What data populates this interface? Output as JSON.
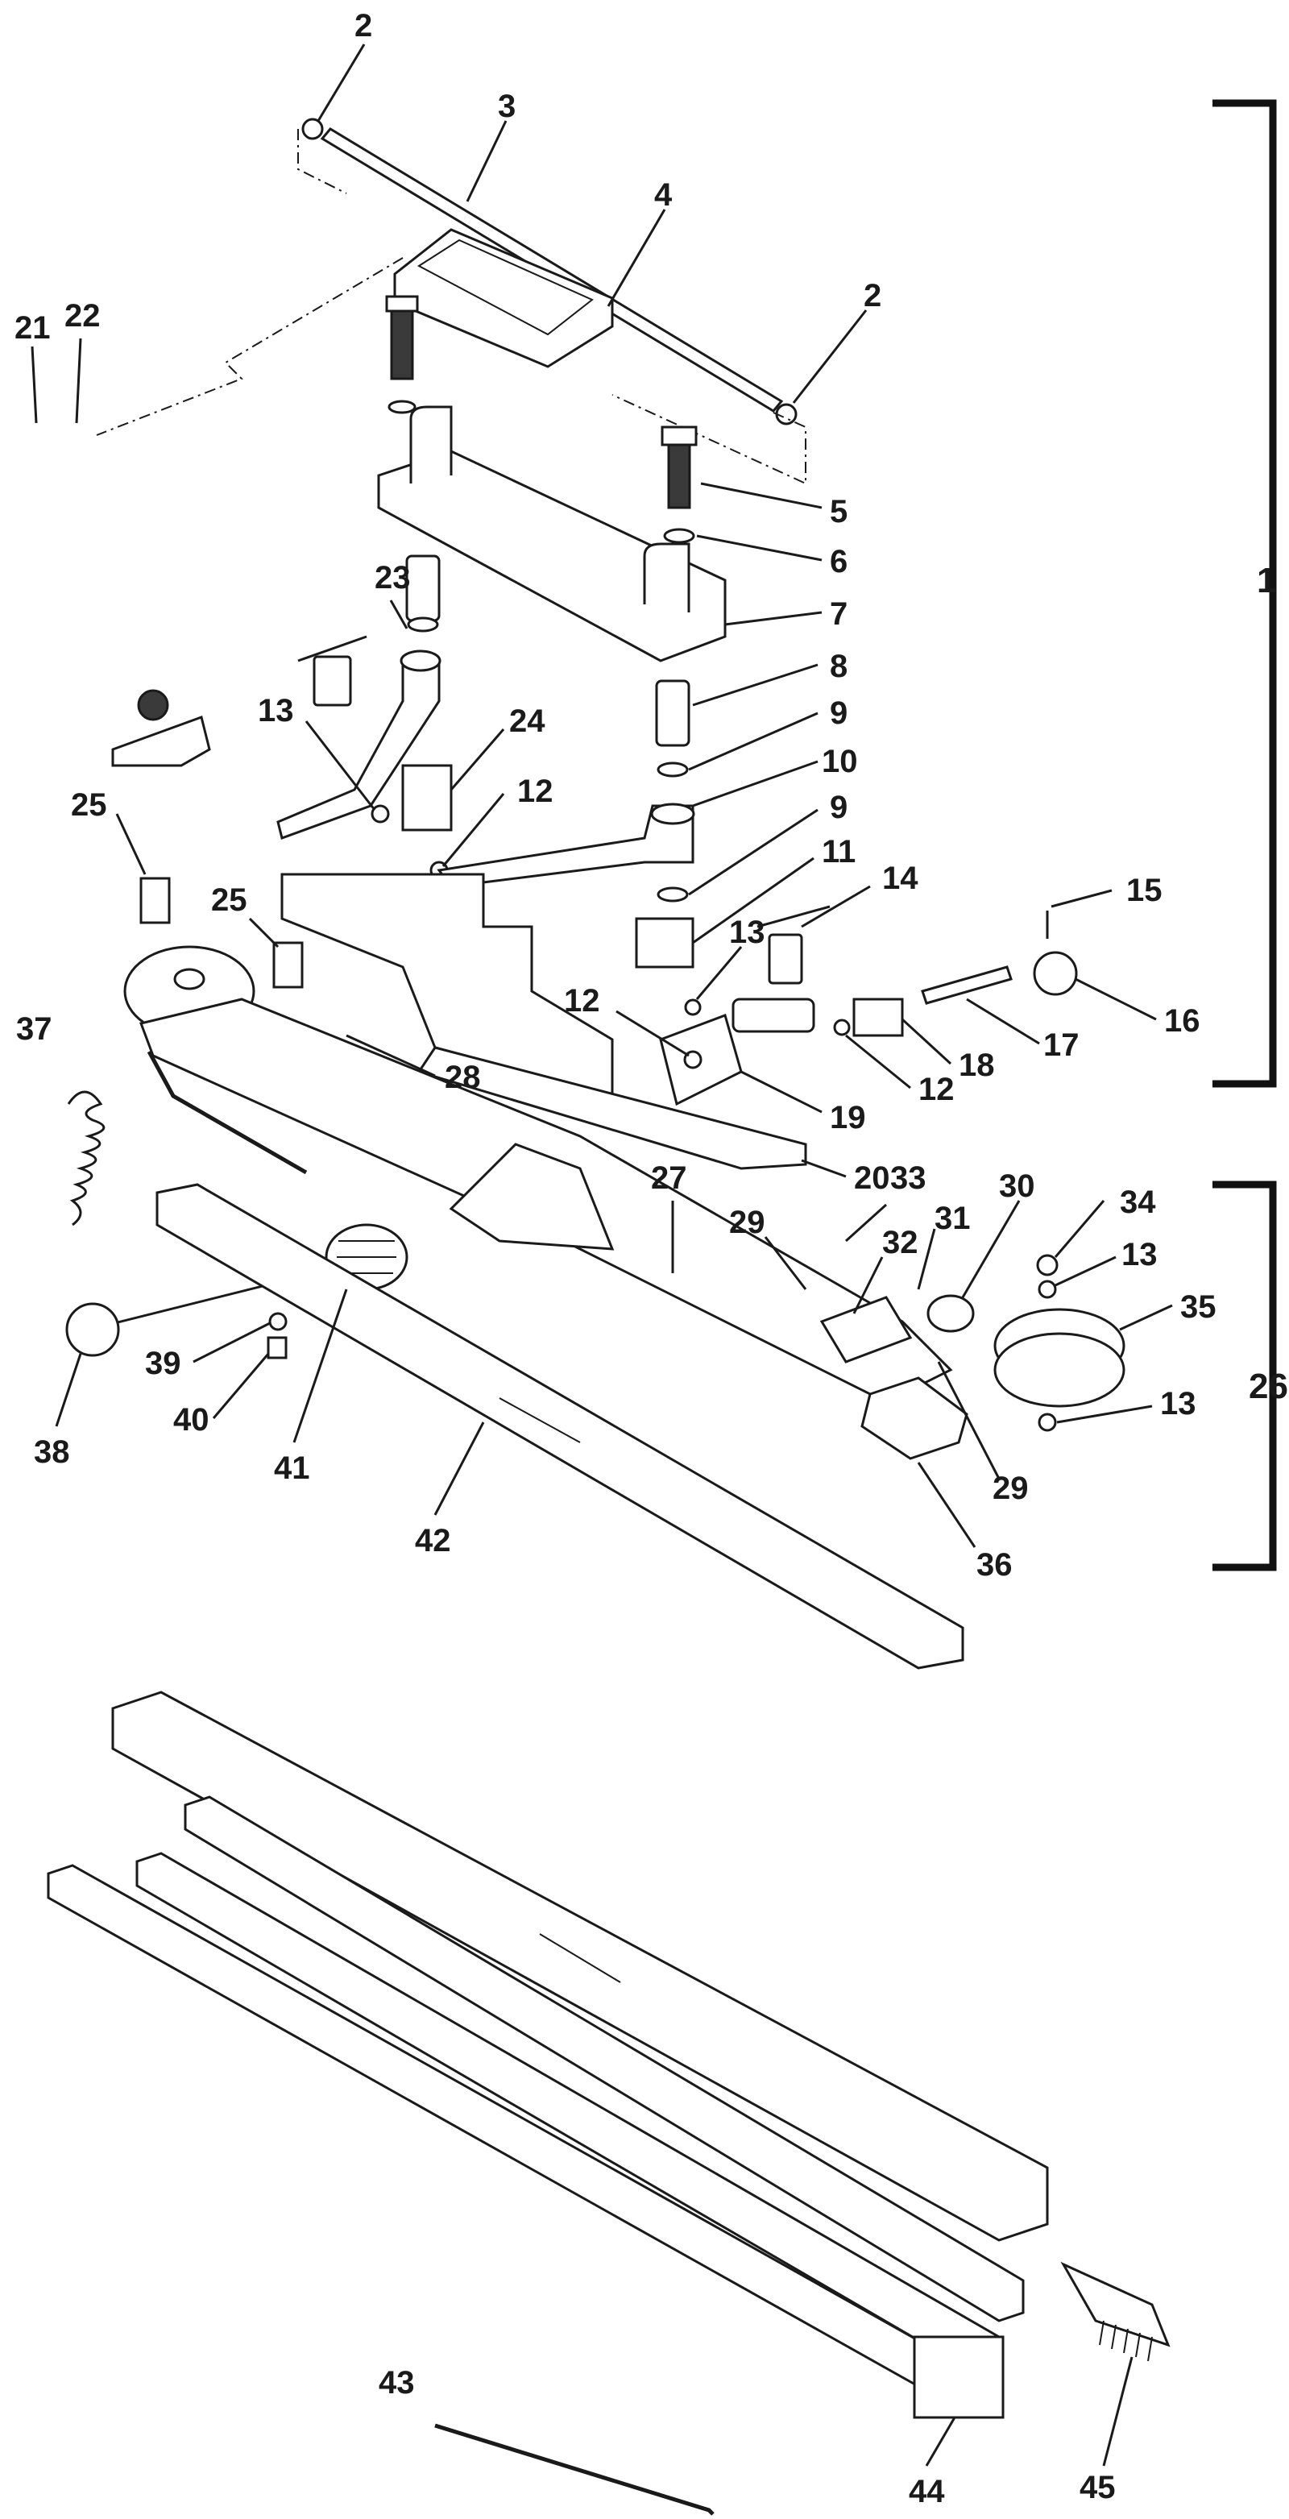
{
  "title": "",
  "callouts": [
    {
      "id": "c2a",
      "text": "2",
      "part": "2"
    },
    {
      "id": "c3",
      "text": "3",
      "part": "3"
    },
    {
      "id": "c4",
      "text": "4",
      "part": "4"
    },
    {
      "id": "c2b",
      "text": "2",
      "part": "2"
    },
    {
      "id": "c21",
      "text": "21",
      "part": "21"
    },
    {
      "id": "c22",
      "text": "22",
      "part": "22"
    },
    {
      "id": "c5",
      "text": "5",
      "part": "5"
    },
    {
      "id": "c6",
      "text": "6",
      "part": "6"
    },
    {
      "id": "c7",
      "text": "7",
      "part": "7"
    },
    {
      "id": "c1",
      "text": "1",
      "part": "1"
    },
    {
      "id": "c23",
      "text": "23",
      "part": "23"
    },
    {
      "id": "c8",
      "text": "8",
      "part": "8"
    },
    {
      "id": "c9a",
      "text": "9",
      "part": "9"
    },
    {
      "id": "c10",
      "text": "10",
      "part": "10"
    },
    {
      "id": "c9b",
      "text": "9",
      "part": "9"
    },
    {
      "id": "c13a",
      "text": "13",
      "part": "13"
    },
    {
      "id": "c24",
      "text": "24",
      "part": "24"
    },
    {
      "id": "c12a",
      "text": "12",
      "part": "12"
    },
    {
      "id": "c25a",
      "text": "25",
      "part": "25"
    },
    {
      "id": "c11",
      "text": "11",
      "part": "11"
    },
    {
      "id": "c14",
      "text": "14",
      "part": "14"
    },
    {
      "id": "c15",
      "text": "15",
      "part": "15"
    },
    {
      "id": "c25b",
      "text": "25",
      "part": "25"
    },
    {
      "id": "c37",
      "text": "37",
      "part": "37"
    },
    {
      "id": "c13b",
      "text": "13",
      "part": "13"
    },
    {
      "id": "c16",
      "text": "16",
      "part": "16"
    },
    {
      "id": "c17",
      "text": "17",
      "part": "17"
    },
    {
      "id": "c12b",
      "text": "12",
      "part": "12"
    },
    {
      "id": "c18",
      "text": "18",
      "part": "18"
    },
    {
      "id": "c28",
      "text": "28",
      "part": "28"
    },
    {
      "id": "c12c",
      "text": "12",
      "part": "12"
    },
    {
      "id": "c19",
      "text": "19",
      "part": "19"
    },
    {
      "id": "c20",
      "text": "20",
      "part": "20"
    },
    {
      "id": "c27",
      "text": "27",
      "part": "27"
    },
    {
      "id": "c33",
      "text": "33",
      "part": "33"
    },
    {
      "id": "c30",
      "text": "30",
      "part": "30"
    },
    {
      "id": "c34",
      "text": "34",
      "part": "34"
    },
    {
      "id": "c29a",
      "text": "29",
      "part": "29"
    },
    {
      "id": "c32",
      "text": "32",
      "part": "32"
    },
    {
      "id": "c31",
      "text": "31",
      "part": "31"
    },
    {
      "id": "c13c",
      "text": "13",
      "part": "13"
    },
    {
      "id": "c35",
      "text": "35",
      "part": "35"
    },
    {
      "id": "c26",
      "text": "26",
      "part": "26"
    },
    {
      "id": "c39",
      "text": "39",
      "part": "39"
    },
    {
      "id": "c13d",
      "text": "13",
      "part": "13"
    },
    {
      "id": "c38",
      "text": "38",
      "part": "38"
    },
    {
      "id": "c40",
      "text": "40",
      "part": "40"
    },
    {
      "id": "c41",
      "text": "41",
      "part": "41"
    },
    {
      "id": "c29b",
      "text": "29",
      "part": "29"
    },
    {
      "id": "c36",
      "text": "36",
      "part": "36"
    },
    {
      "id": "c42",
      "text": "42",
      "part": "42"
    },
    {
      "id": "c43",
      "text": "43",
      "part": "43"
    },
    {
      "id": "c44",
      "text": "44",
      "part": "44"
    },
    {
      "id": "c45",
      "text": "45",
      "part": "45"
    }
  ]
}
